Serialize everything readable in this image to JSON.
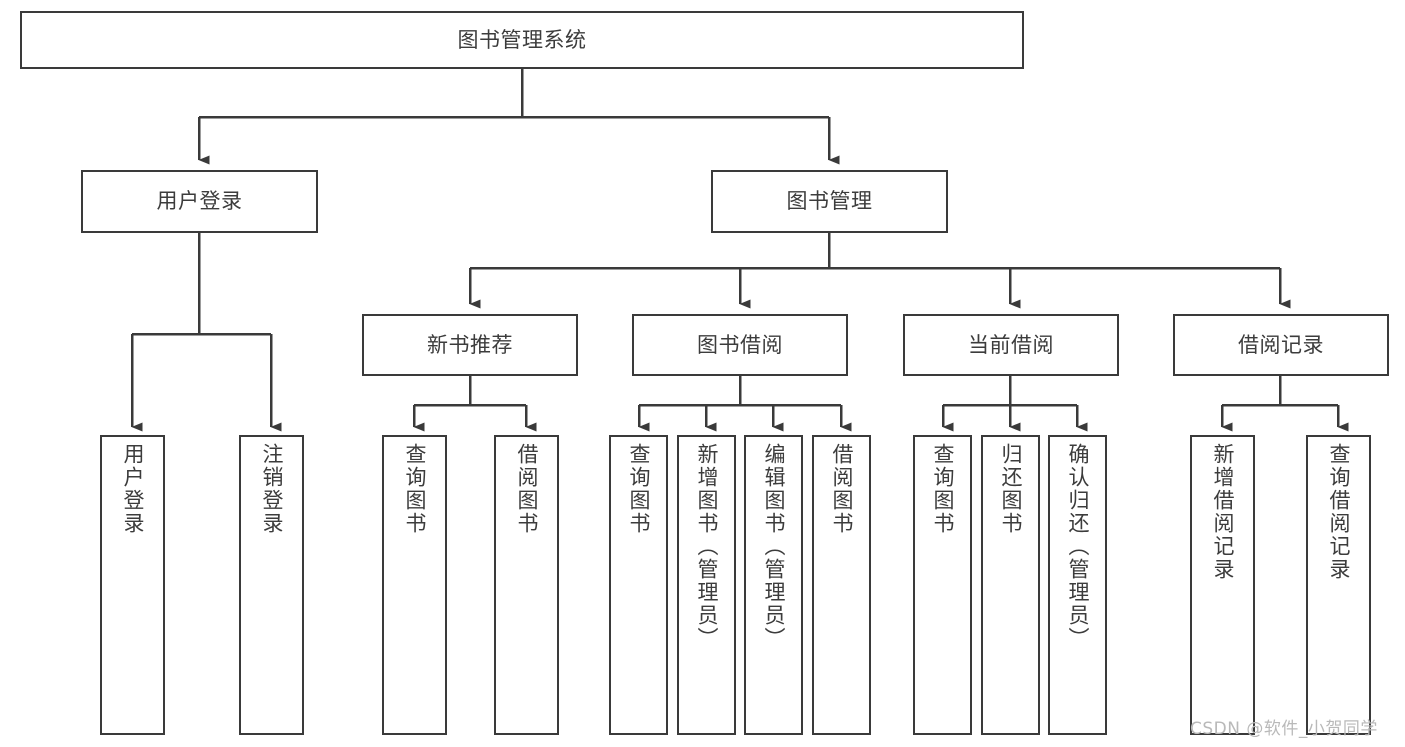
{
  "diagram": {
    "title": "图书管理系统",
    "type": "tree",
    "watermark": "CSDN @软件_小贺同学",
    "colors": {
      "border": "#3a3a3a",
      "text": "#3c3c3c",
      "background": "#ffffff",
      "connector": "#3a3a3a",
      "watermark": "#b9b9b9"
    },
    "nodes": {
      "root": {
        "label": "图书管理系统"
      },
      "level2": [
        {
          "id": "user-login",
          "label": "用户登录"
        },
        {
          "id": "book-manage",
          "label": "图书管理"
        }
      ],
      "level3": [
        {
          "id": "new-book-recommend",
          "label": "新书推荐"
        },
        {
          "id": "book-borrow",
          "label": "图书借阅"
        },
        {
          "id": "current-borrow",
          "label": "当前借阅"
        },
        {
          "id": "borrow-record",
          "label": "借阅记录"
        }
      ],
      "leaves": {
        "user_login": [
          {
            "id": "leaf-user-login",
            "label": "用户登录"
          },
          {
            "id": "leaf-logout-login",
            "label": "注销登录"
          }
        ],
        "new_book_recommend": [
          {
            "id": "leaf-query-book-1",
            "label": "查询图书"
          },
          {
            "id": "leaf-borrow-book-1",
            "label": "借阅图书"
          }
        ],
        "book_borrow": [
          {
            "id": "leaf-query-book-2",
            "label": "查询图书"
          },
          {
            "id": "leaf-add-book",
            "label": "新增图书（管理员）"
          },
          {
            "id": "leaf-edit-book",
            "label": "编辑图书（管理员）"
          },
          {
            "id": "leaf-borrow-book-2",
            "label": "借阅图书"
          }
        ],
        "current_borrow": [
          {
            "id": "leaf-query-book-3",
            "label": "查询图书"
          },
          {
            "id": "leaf-return-book",
            "label": "归还图书"
          },
          {
            "id": "leaf-confirm-return",
            "label": "确认归还（管理员）"
          }
        ],
        "borrow_record": [
          {
            "id": "leaf-add-record",
            "label": "新增借阅记录"
          },
          {
            "id": "leaf-query-record",
            "label": "查询借阅记录"
          }
        ]
      }
    }
  }
}
